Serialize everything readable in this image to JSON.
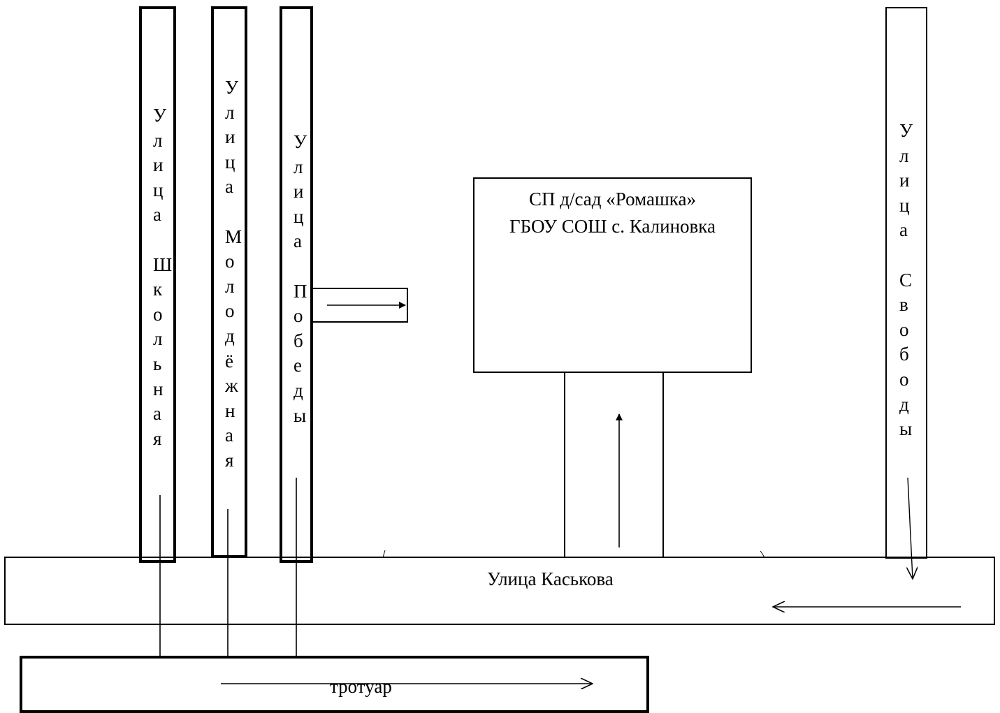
{
  "streets": {
    "shkolnaya": "Улица Школьная",
    "molodezhnaya": "Улица Молодёжная",
    "pobedy": "Улица Победы",
    "svobody": "Улица Свободы",
    "kaskova": "Улица Каськова"
  },
  "building": {
    "line1": "СП д/сад «Ромашка»",
    "line2": "ГБОУ СОШ с. Калиновка"
  },
  "sidewalk": "тротуар"
}
